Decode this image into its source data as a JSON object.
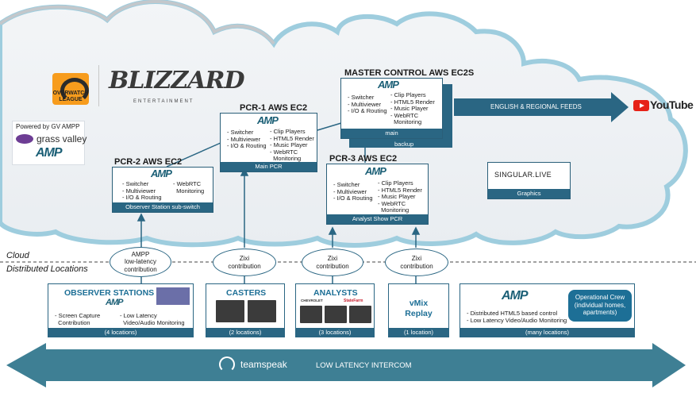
{
  "branding": {
    "game_logo": "OVERWATCH LEAGUE",
    "publisher_logo": "BLIZZARD",
    "publisher_sub": "ENTERTAINMENT",
    "powered_by": "Powered by GV AMPP",
    "vendor": "grass valley",
    "amp_mark": "AMP"
  },
  "regions": {
    "cloud": "Cloud",
    "distributed": "Distributed Locations"
  },
  "nodes": {
    "master": {
      "title": "MASTER CONTROL AWS EC2S",
      "col1": "- Switcher\n- Multiviewer\n- I/O & Routing",
      "col2": "- Clip Players\n- HTML5 Render\n- Music Player\n- WebRTC\n  Monitoring",
      "bar": "main",
      "backup": "backup"
    },
    "pcr1": {
      "title": "PCR-1 AWS EC2",
      "col1": "- Switcher\n- Multiviewer\n- I/O & Routing",
      "col2": "- Clip Players\n- HTML5 Render\n- Music Player\n- WebRTC\n  Monitoring",
      "bar": "Main PCR"
    },
    "pcr2": {
      "title": "PCR-2 AWS EC2",
      "col1": "- Switcher\n- Multiviewer\n- I/O & Routing",
      "col2": "- WebRTC\n  Monitoring",
      "bar": "Observer Station sub-switch"
    },
    "pcr3": {
      "title": "PCR-3 AWS EC2",
      "col1": "- Switcher\n- Multiviewer\n- I/O & Routing",
      "col2": "- Clip Players\n- HTML5 Render\n- Music Player\n- WebRTC\n  Monitoring",
      "bar": "Analyst Show PCR"
    },
    "graphics": {
      "brand": "SINGULAR.LIVE",
      "bar": "Graphics"
    }
  },
  "feeds": {
    "label": "ENGLISH & REGIONAL FEEDS",
    "destination": "YouTube"
  },
  "contributions": [
    {
      "text": "AMPP\nlow-latency\ncontribution"
    },
    {
      "text": "Zixi\ncontribution"
    },
    {
      "text": "Zixi\ncontribution"
    },
    {
      "text": "Zixi\ncontribution"
    }
  ],
  "locations": {
    "observer": {
      "title": "OBSERVER STATIONS",
      "col1": "- Screen Capture\n  Contribution",
      "col2": "- Low Latency\n  Video/Audio Monitoring",
      "count": "(4 locations)"
    },
    "casters": {
      "title": "CASTERS",
      "count": "(2 locations)"
    },
    "analysts": {
      "title": "ANALYSTS",
      "count": "(3 locations)",
      "sponsors": [
        "CHEVROLET",
        "StateFarm"
      ]
    },
    "vmix": {
      "title": "vMix\nReplay",
      "count": "(1 location)"
    },
    "crew": {
      "features": "- Distributed HTML5 based control\n- Low Latency Video/Audio Monitoring",
      "bubble": "Operational Crew\n(individual homes,\napartments)",
      "count": "(many locations)"
    }
  },
  "intercom": {
    "brand": "teamspeak",
    "label": "LOW LATENCY INTERCOM"
  },
  "colors": {
    "primary": "#2a6683",
    "accent": "#1d6f96",
    "youtube_red": "#e62117",
    "ow_orange": "#f79c1d"
  }
}
